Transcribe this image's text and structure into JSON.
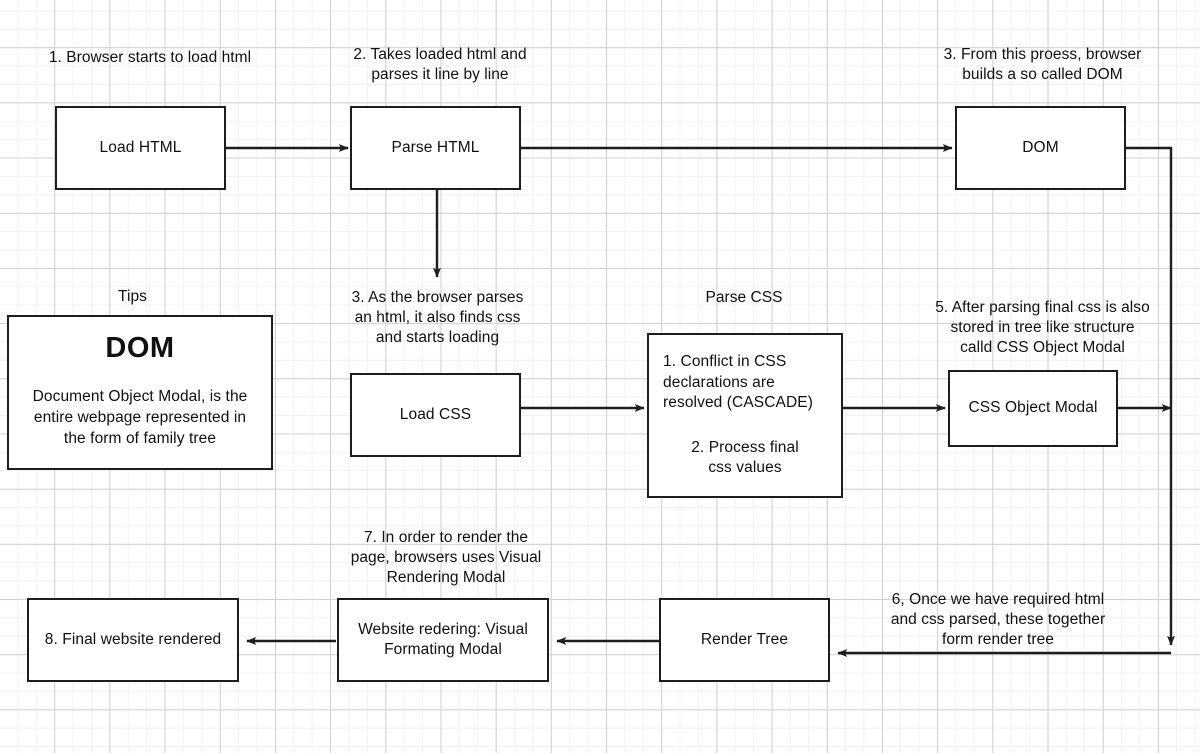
{
  "diagram": {
    "title": "Browser rendering pipeline flowchart",
    "stroke_color": "#1d1d1d",
    "grid_color": "#d0d0d0",
    "background": "#ffffff"
  },
  "notes": {
    "n1": "1. Browser starts to load html",
    "n2": "2. Takes loaded html and\nparses it line by line",
    "n3": "3. From this proess, browser\nbuilds a so called DOM",
    "n4": "3. As the browser parses\nan html, it also finds css\nand starts loading",
    "n5": "Parse CSS",
    "n6": "5. After parsing final css is also\nstored in tree like structure\ncalld CSS Object Modal",
    "n7": "7. In order to render the\npage, browsers uses Visual\nRendering Modal",
    "n8": "6, Once we have required html\nand css parsed, these together\nform render tree",
    "tips_label": "Tips"
  },
  "nodes": {
    "load_html": "Load HTML",
    "parse_html": "Parse HTML",
    "dom": "DOM",
    "load_css": "Load CSS",
    "parse_css_1": "1. Conflict in CSS\ndeclarations are\nresolved (CASCADE)",
    "parse_css_2": "2. Process final\ncss values",
    "css_object_modal": "CSS Object Modal",
    "render_tree": "Render Tree",
    "website_rendering": "Website redering: Visual\nFormating Modal",
    "final_website": "8. Final website rendered"
  },
  "tips": {
    "heading": "DOM",
    "body": "Document Object Modal, is the\nentire webpage represented in\nthe form of family tree"
  }
}
